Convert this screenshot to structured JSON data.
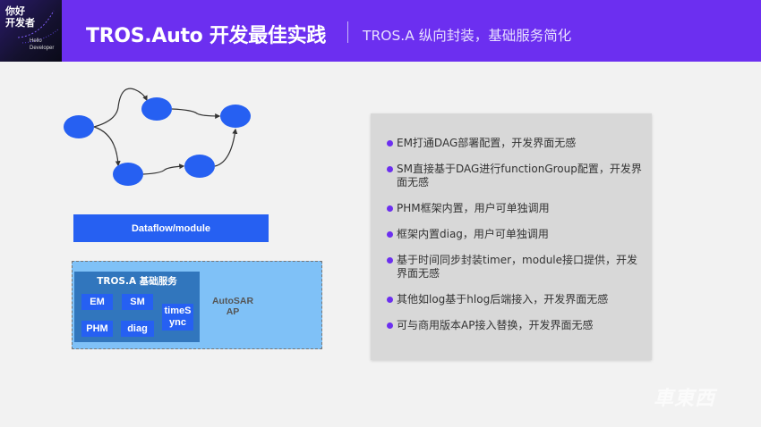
{
  "header": {
    "logo_cn": "你好\n开发者",
    "logo_en_1": "Hello",
    "logo_en_2": "Developer",
    "title": "TROS.Auto 开发最佳实践",
    "subtitle": "TROS.A 纵向封装，基础服务简化",
    "bg_color": "#6c2ff0"
  },
  "diagram": {
    "graph": {
      "nodes": [
        "n1",
        "n2",
        "n3",
        "n4",
        "n5"
      ],
      "node_color": "#2660f2"
    },
    "dataflow_label": "Dataflow/module",
    "tros_box_label": "TROS.A 基础服务",
    "modules": {
      "em": "EM",
      "sm": "SM",
      "phm": "PHM",
      "diag": "diag",
      "timesync_1": "timeS",
      "timesync_2": "ync"
    },
    "autosar_1": "AutoSAR",
    "autosar_2": "AP"
  },
  "panel": {
    "bullets": [
      "EM打通DAG部署配置，开发界面无感",
      "SM直接基于DAG进行functionGroup配置，开发界面无感",
      "PHM框架内置，用户可单独调用",
      "框架内置diag，用户可单独调用",
      "基于时间同步封装timer，module接口提供，开发界面无感",
      "其他如log基于hlog后端接入，开发界面无感",
      "可与商用版本AP接入替换，开发界面无感"
    ],
    "bullet_color": "#6c2ff0"
  },
  "watermark": "車東西"
}
